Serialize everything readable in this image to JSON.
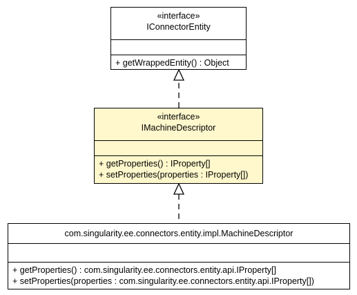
{
  "classes": {
    "connector_entity": {
      "stereotype": "«interface»",
      "name": "IConnectorEntity",
      "operations": [
        "+ getWrappedEntity() : Object"
      ]
    },
    "machine_descriptor_interface": {
      "stereotype": "«interface»",
      "name": "IMachineDescriptor",
      "operations": [
        "+ getProperties() : IProperty[]",
        "+ setProperties(properties : IProperty[])"
      ]
    },
    "machine_descriptor_impl": {
      "name": "com.singularity.ee.connectors.entity.impl.MachineDescriptor",
      "operations": [
        "+ getProperties() : com.singularity.ee.connectors.entity.api.IProperty[]",
        "+ setProperties(properties : com.singularity.ee.connectors.entity.api.IProperty[])"
      ]
    }
  },
  "colors": {
    "highlight_fill": "#fff8cc",
    "border": "#000000",
    "background": "#ffffff"
  }
}
